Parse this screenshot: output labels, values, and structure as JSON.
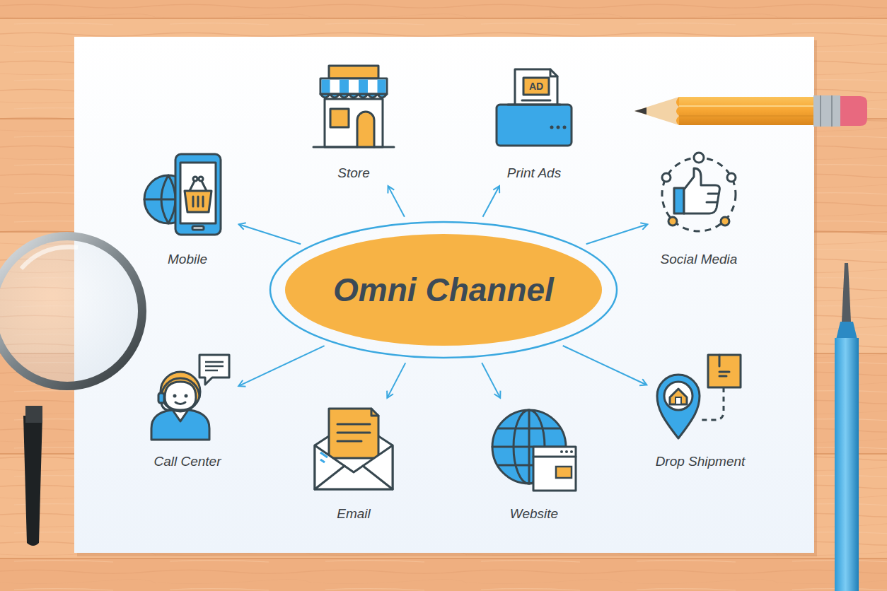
{
  "diagram": {
    "nodes": [
      {
        "text": [
          "Omni Channel"
        ]
      },
      {
        "text": [
          "Store"
        ]
      },
      {
        "text": [
          "Print Ads"
        ]
      },
      {
        "text": [
          "Mobile"
        ]
      },
      {
        "text": [
          "Social Media"
        ]
      },
      {
        "text": [
          "Call Center"
        ]
      },
      {
        "text": [
          "Email"
        ]
      },
      {
        "text": [
          "Website"
        ]
      },
      {
        "text": [
          "Drop Shipment"
        ]
      }
    ],
    "edges": [
      {
        "from": 0,
        "to": 1,
        "arrow": "to"
      },
      {
        "from": 0,
        "to": 2,
        "arrow": "to"
      },
      {
        "from": 0,
        "to": 3,
        "arrow": "to"
      },
      {
        "from": 0,
        "to": 4,
        "arrow": "to"
      },
      {
        "from": 0,
        "to": 5,
        "arrow": "to"
      },
      {
        "from": 0,
        "to": 6,
        "arrow": "to"
      },
      {
        "from": 0,
        "to": 7,
        "arrow": "to"
      },
      {
        "from": 0,
        "to": 8,
        "arrow": "to"
      }
    ],
    "labels": [
      "AD"
    ]
  }
}
